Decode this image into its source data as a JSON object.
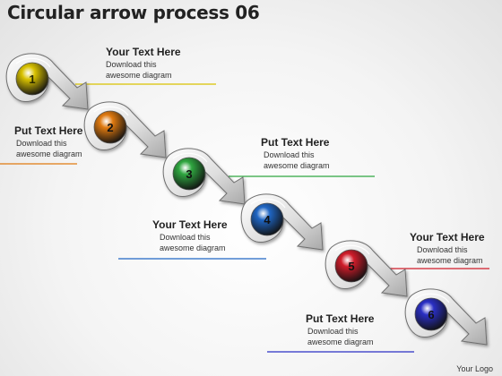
{
  "title": "Circular arrow process 06",
  "steps": [
    {
      "number": "1",
      "heading": "Your Text Here",
      "body": [
        "Download this",
        "awesome diagram"
      ],
      "color": "#d9c200"
    },
    {
      "number": "2",
      "heading": "Put Text Here",
      "body": [
        "Download this",
        "awesome diagram"
      ],
      "color": "#e07a10"
    },
    {
      "number": "3",
      "heading": "Put Text Here",
      "body": [
        "Download this",
        "awesome diagram"
      ],
      "color": "#2fa640"
    },
    {
      "number": "4",
      "heading": "Your Text Here",
      "body": [
        "Download this",
        "awesome diagram"
      ],
      "color": "#1f66c4"
    },
    {
      "number": "5",
      "heading": "Your Text Here",
      "body": [
        "Download this",
        "awesome diagram"
      ],
      "color": "#d01c2a"
    },
    {
      "number": "6",
      "heading": "Put Text Here",
      "body": [
        "Download this",
        "awesome diagram"
      ],
      "color": "#2a2fc4"
    }
  ],
  "logo": "Your Logo"
}
